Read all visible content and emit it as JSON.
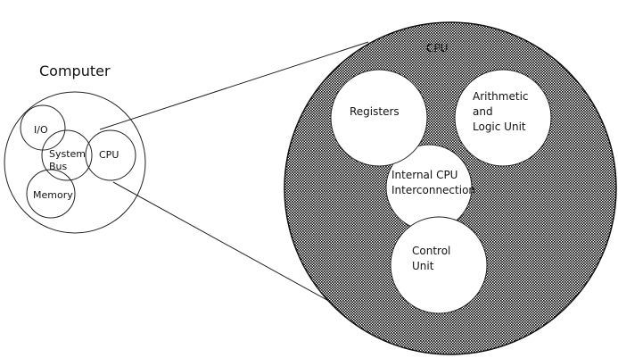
{
  "computer": {
    "title": "Computer",
    "io": "I/O",
    "system_bus": [
      "System",
      "Bus"
    ],
    "cpu": "CPU",
    "memory": "Memory"
  },
  "cpu_detail": {
    "title": "CPU",
    "registers": "Registers",
    "alu": [
      "Arithmetic",
      "and",
      "Logic Unit"
    ],
    "interconnect": [
      "Internal CPU",
      "Interconnection"
    ],
    "control_unit": [
      "Control",
      "Unit"
    ]
  }
}
